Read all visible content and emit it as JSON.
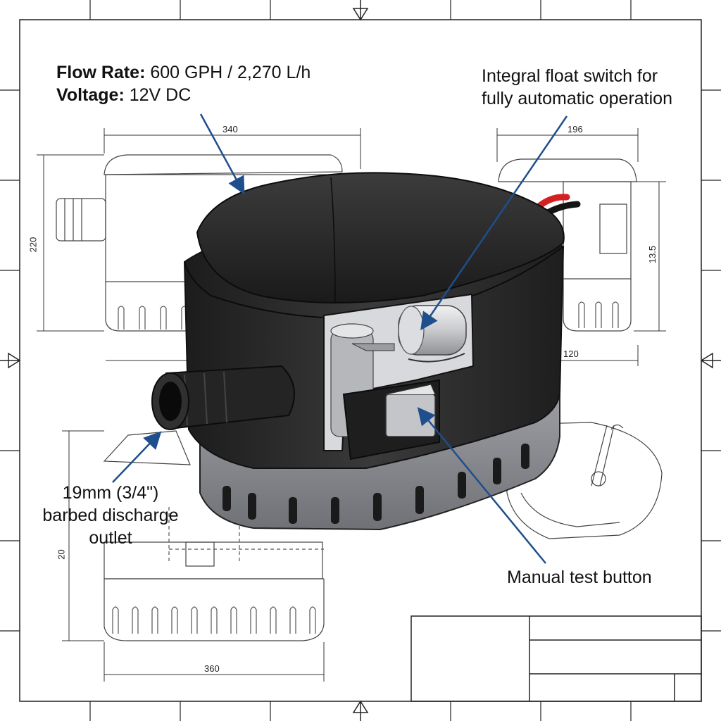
{
  "specs": {
    "flow_label": "Flow Rate:",
    "flow_value": "600 GPH / 2,270 L/h",
    "voltage_label": "Voltage:",
    "voltage_value": "12V DC"
  },
  "callouts": {
    "float_line1": "Integral float switch for",
    "float_line2": "fully automatic operation",
    "outlet_line1": "19mm (3/4\")",
    "outlet_line2": "barbed discharge",
    "outlet_line3": "outlet",
    "test_button": "Manual test button"
  },
  "dimensions": {
    "top_width": "340",
    "left_height": "220",
    "side_width": "196",
    "side_height": "13.5",
    "side_depth": "120",
    "bottom_height": "20",
    "bottom_width": "360"
  },
  "colors": {
    "arrow": "#1f4e8c",
    "pump_body": "#2b2b2b",
    "pump_base": "#8d8f94",
    "wire_red": "#d42020",
    "line": "#222222"
  }
}
